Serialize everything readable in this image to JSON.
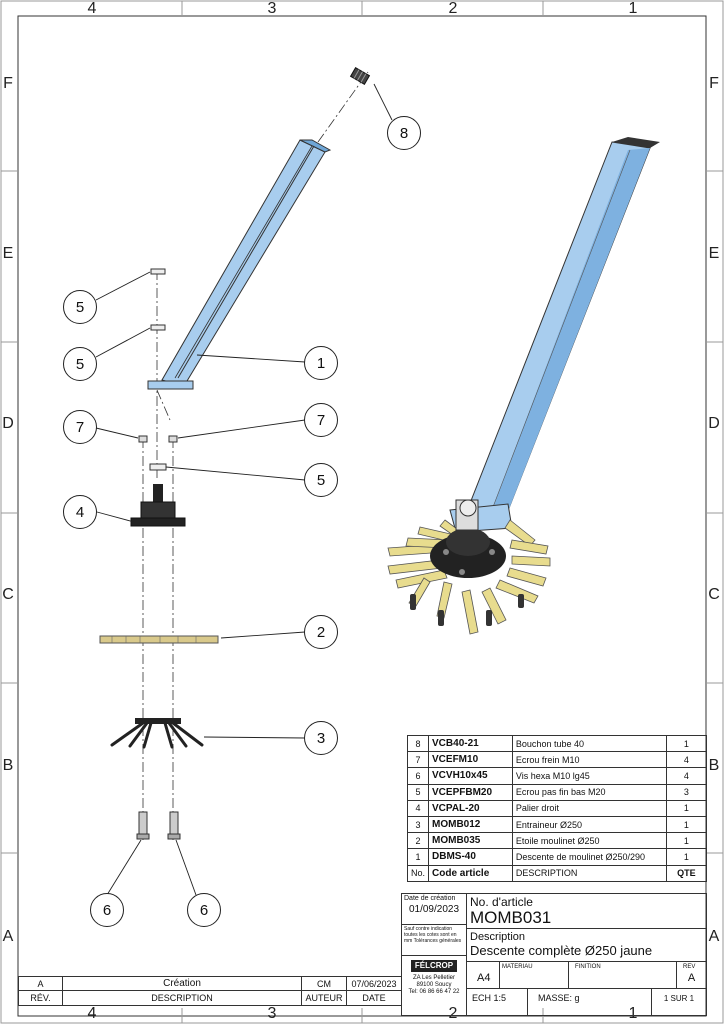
{
  "frame": {
    "col_labels": [
      "4",
      "3",
      "2",
      "1"
    ],
    "row_labels": [
      "F",
      "E",
      "D",
      "C",
      "B",
      "A"
    ]
  },
  "balloons": [
    "8",
    "5",
    "5",
    "1",
    "7",
    "7",
    "5",
    "4",
    "2",
    "3",
    "6",
    "6"
  ],
  "bom": {
    "rows": [
      {
        "no": "8",
        "code": "VCB40-21",
        "desc": "Bouchon tube 40",
        "qte": "1"
      },
      {
        "no": "7",
        "code": "VCEFM10",
        "desc": "Ecrou frein M10",
        "qte": "4"
      },
      {
        "no": "6",
        "code": "VCVH10x45",
        "desc": "Vis hexa M10 lg45",
        "qte": "4"
      },
      {
        "no": "5",
        "code": "VCEPFBM20",
        "desc": "Ecrou pas fin bas M20",
        "qte": "3"
      },
      {
        "no": "4",
        "code": "VCPAL-20",
        "desc": "Palier droit",
        "qte": "1"
      },
      {
        "no": "3",
        "code": "MOMB012",
        "desc": "Entraineur Ø250",
        "qte": "1"
      },
      {
        "no": "2",
        "code": "MOMB035",
        "desc": "Etoile moulinet Ø250",
        "qte": "1"
      },
      {
        "no": "1",
        "code": "DBMS-40",
        "desc": "Descente de moulinet Ø250/290",
        "qte": "1"
      }
    ],
    "header": {
      "no": "No.",
      "code": "Code article",
      "desc": "DESCRIPTION",
      "qte": "QTE"
    }
  },
  "title_block": {
    "date_label": "Date de création",
    "date_value": "01/09/2023",
    "note": "Sauf contre indication toutes les cotes sont en mm Tolérances générales",
    "article_label": "No. d'article",
    "article_value": "MOMB031",
    "desc_label": "Description",
    "desc_value": "Descente complète Ø250 jaune",
    "logo": "FÉLCROP",
    "address_line1": "ZA Les Pelletier",
    "address_line2": "89100 Soucy",
    "phone": "Tel: 06 86 66 47 22",
    "format": "A4",
    "materiau_label": "MATERIAU",
    "finition_label": "FINITION",
    "rev_label": "REV",
    "rev_value": "A",
    "scale": "ECH 1:5",
    "masse": "MASSE: g",
    "sheet": "1 SUR 1"
  },
  "revision": {
    "rev": "A",
    "desc": "Création",
    "auteur": "CM",
    "date": "07/06/2023",
    "hdr_rev": "RÉV.",
    "hdr_desc": "DESCRIPTION",
    "hdr_auteur": "AUTEUR",
    "hdr_date": "DATE"
  }
}
